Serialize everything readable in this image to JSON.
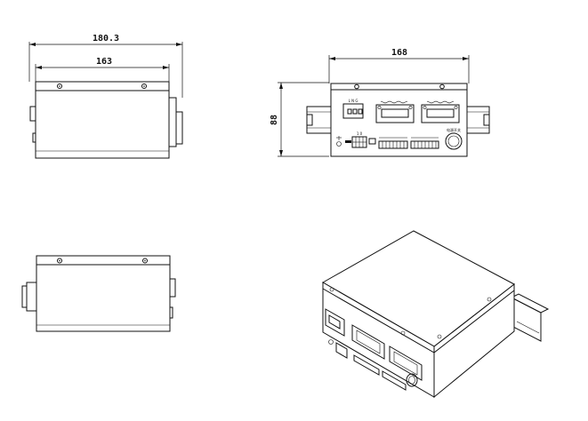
{
  "dimensions": {
    "overall_length": "180.3",
    "body_length": "163",
    "front_width": "168",
    "height": "88"
  },
  "labels": {
    "power_connector": "L N G",
    "switch_marks": "1  0",
    "front_caption": "电源开关"
  }
}
